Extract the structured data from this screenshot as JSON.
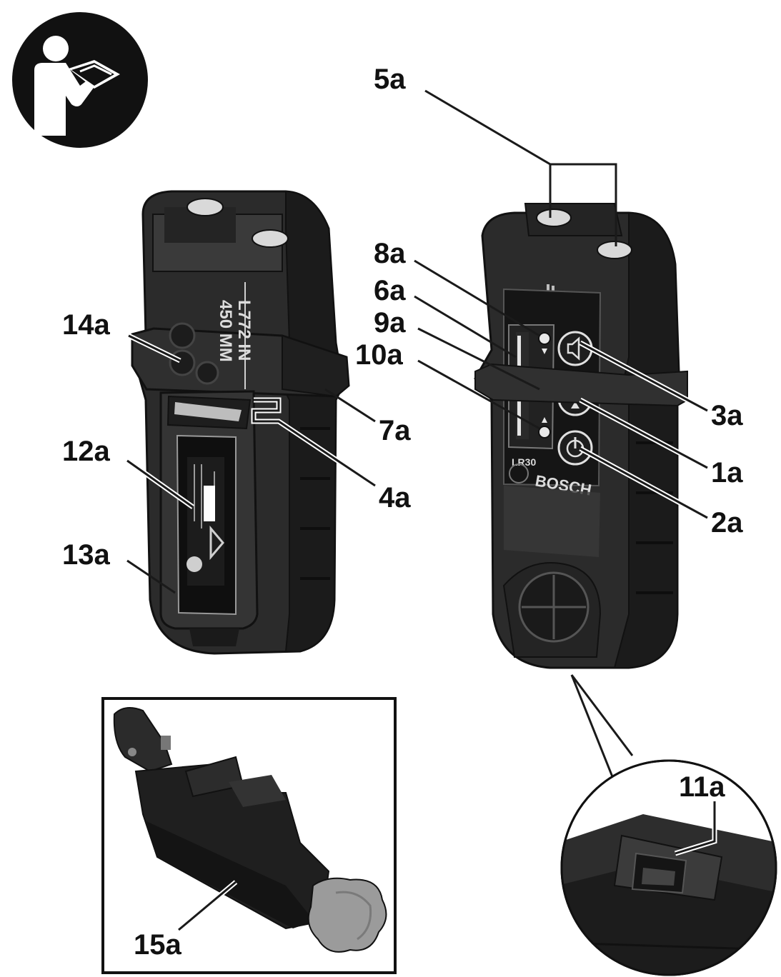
{
  "figure": {
    "labels": {
      "l1a": "1a",
      "l2a": "2a",
      "l3a": "3a",
      "l4a": "4a",
      "l5a": "5a",
      "l6a": "6a",
      "l7a": "7a",
      "l8a": "8a",
      "l9a": "9a",
      "l10a": "10a",
      "l11a": "11a",
      "l12a": "12a",
      "l13a": "13a",
      "l14a": "14a",
      "l15a": "15a"
    },
    "device_markings": {
      "brand": "BOSCH",
      "model": "LR30",
      "width_text": "L772 IN",
      "width_text2": "450 MM"
    },
    "icons": {
      "manual": "read-manual-icon",
      "speaker": "speaker-icon",
      "center": "center-line-icon",
      "power": "power-icon"
    },
    "colors": {
      "body": "#2b2b2b",
      "body_dark": "#1b1b1b",
      "body_light": "#4a4a4a",
      "cap": "#d9d9d9",
      "ink": "#111111"
    }
  }
}
